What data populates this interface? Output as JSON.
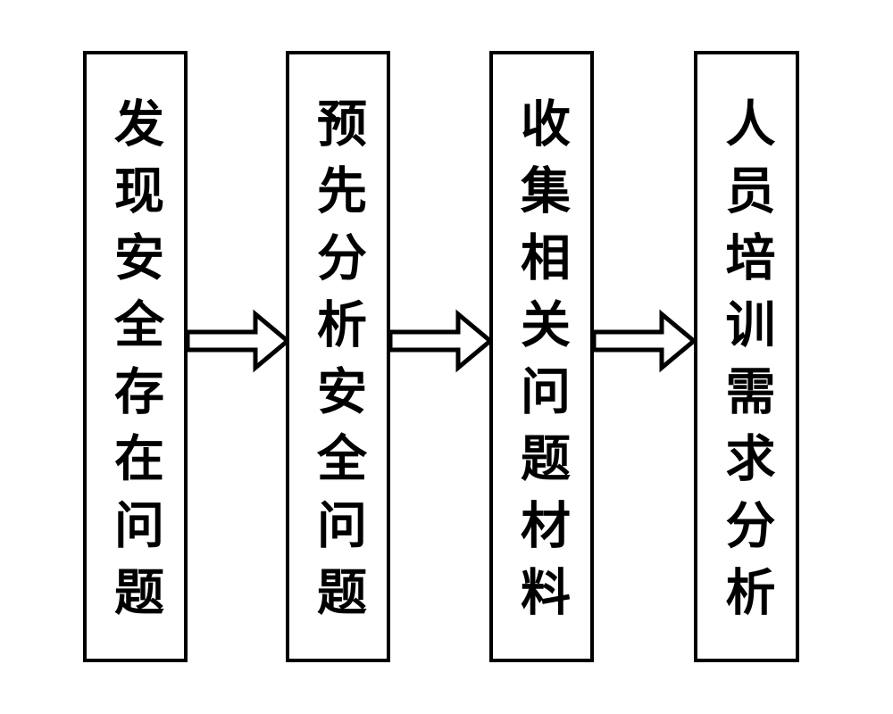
{
  "diagram": {
    "type": "flowchart",
    "flow_direction": "left-to-right",
    "background_color": "#ffffff",
    "stroke_color": "#000000",
    "box_fill_color": "#ffffff",
    "text_orientation": "vertical",
    "boxes": [
      {
        "id": 1,
        "label": "发现安全存在问题"
      },
      {
        "id": 2,
        "label": "预先分析安全问题"
      },
      {
        "id": 3,
        "label": "收集相关问题材料"
      },
      {
        "id": 4,
        "label": "人员培训需求分析"
      }
    ],
    "connectors": [
      {
        "from": 1,
        "to": 2,
        "style": "hollow-block-arrow",
        "direction": "right"
      },
      {
        "from": 2,
        "to": 3,
        "style": "hollow-block-arrow",
        "direction": "right"
      },
      {
        "from": 3,
        "to": 4,
        "style": "hollow-block-arrow",
        "direction": "right"
      }
    ]
  }
}
